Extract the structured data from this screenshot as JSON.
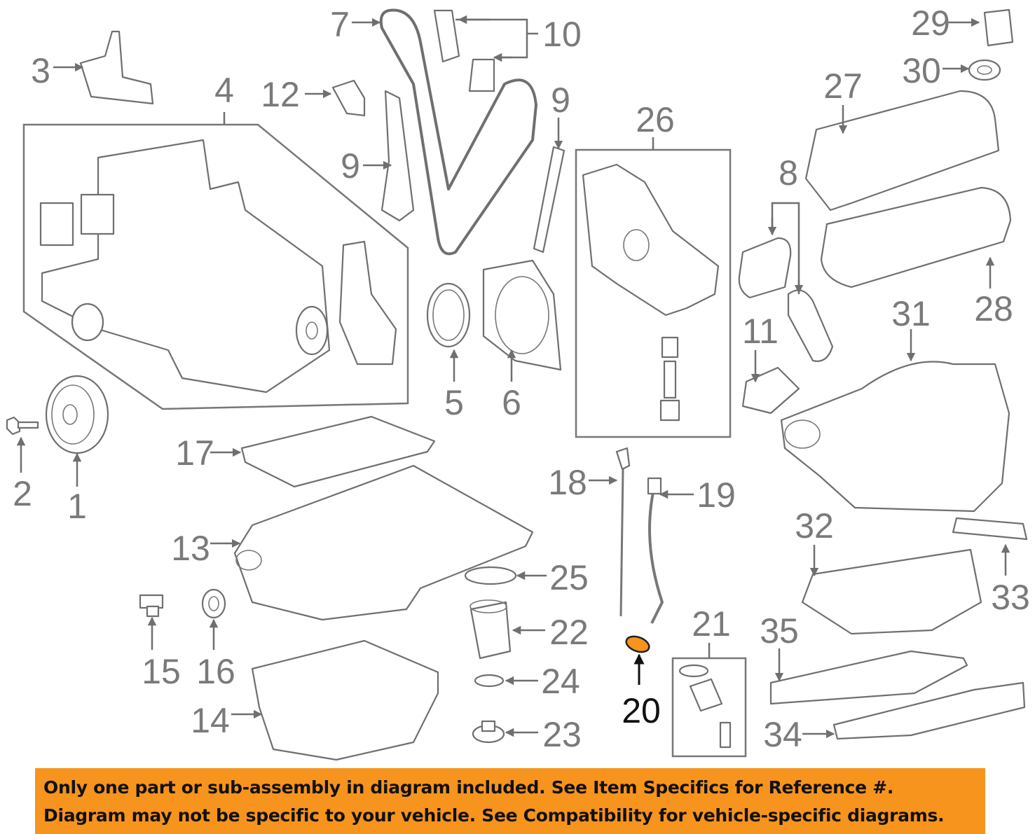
{
  "diagram": {
    "callouts": [
      {
        "id": "1",
        "text": "1"
      },
      {
        "id": "2",
        "text": "2"
      },
      {
        "id": "3",
        "text": "3"
      },
      {
        "id": "4",
        "text": "4"
      },
      {
        "id": "5",
        "text": "5"
      },
      {
        "id": "6",
        "text": "6"
      },
      {
        "id": "7",
        "text": "7"
      },
      {
        "id": "8",
        "text": "8"
      },
      {
        "id": "9a",
        "text": "9"
      },
      {
        "id": "9b",
        "text": "9"
      },
      {
        "id": "10",
        "text": "10"
      },
      {
        "id": "11",
        "text": "11"
      },
      {
        "id": "12",
        "text": "12"
      },
      {
        "id": "13",
        "text": "13"
      },
      {
        "id": "14",
        "text": "14"
      },
      {
        "id": "15",
        "text": "15"
      },
      {
        "id": "16",
        "text": "16"
      },
      {
        "id": "17",
        "text": "17"
      },
      {
        "id": "18",
        "text": "18"
      },
      {
        "id": "19",
        "text": "19"
      },
      {
        "id": "20",
        "text": "20"
      },
      {
        "id": "21",
        "text": "21"
      },
      {
        "id": "22",
        "text": "22"
      },
      {
        "id": "23",
        "text": "23"
      },
      {
        "id": "24",
        "text": "24"
      },
      {
        "id": "25",
        "text": "25"
      },
      {
        "id": "26",
        "text": "26"
      },
      {
        "id": "27",
        "text": "27"
      },
      {
        "id": "28",
        "text": "28"
      },
      {
        "id": "29",
        "text": "29"
      },
      {
        "id": "30",
        "text": "30"
      },
      {
        "id": "31",
        "text": "31"
      },
      {
        "id": "32",
        "text": "32"
      },
      {
        "id": "33",
        "text": "33"
      },
      {
        "id": "34",
        "text": "34"
      },
      {
        "id": "35",
        "text": "35"
      }
    ],
    "highlighted_part": "20",
    "highlight_color": "#f7941d"
  },
  "banner": {
    "line1": "Only one part or sub-assembly in diagram included. See Item Specifics for Reference #.",
    "line2": "Diagram may not be specific to your vehicle. See Compatibility for vehicle-specific diagrams.",
    "color": "#f7941d"
  }
}
